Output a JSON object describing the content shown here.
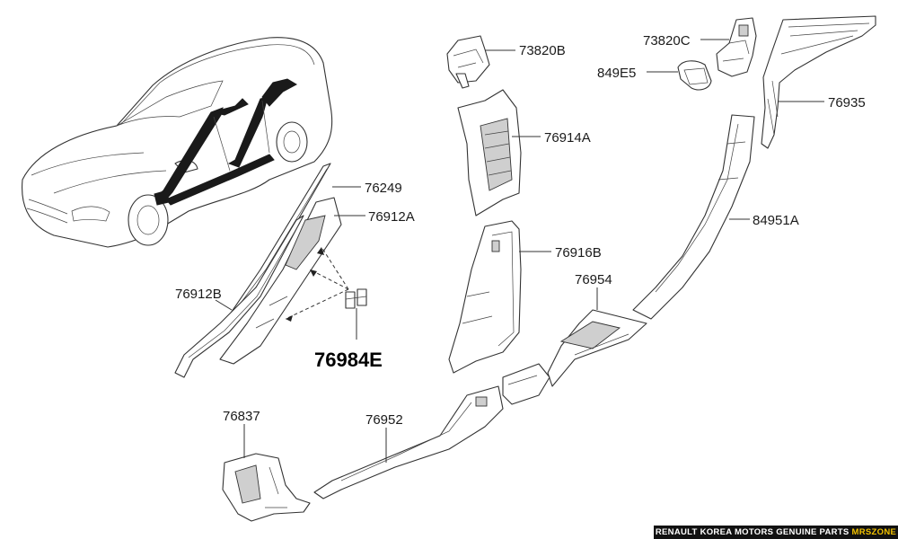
{
  "labels": {
    "p73820B": "73820B",
    "p73820C": "73820C",
    "p849E5": "849E5",
    "p76935": "76935",
    "p76914A": "76914A",
    "p76249": "76249",
    "p76912A": "76912A",
    "p84951A": "84951A",
    "p76916B": "76916B",
    "p76912B": "76912B",
    "p76954": "76954",
    "p76984E": "76984E",
    "p76837": "76837",
    "p76952": "76952"
  },
  "footer": {
    "text": "RENAULT KOREA MOTORS GENUINE PARTS",
    "brand": "MRSZONE"
  },
  "colors": {
    "line": "#333333",
    "part_fill": "#ffffff",
    "shade": "#cfcfcf",
    "footer_bg": "#111111",
    "footer_accent": "#f2c200"
  }
}
